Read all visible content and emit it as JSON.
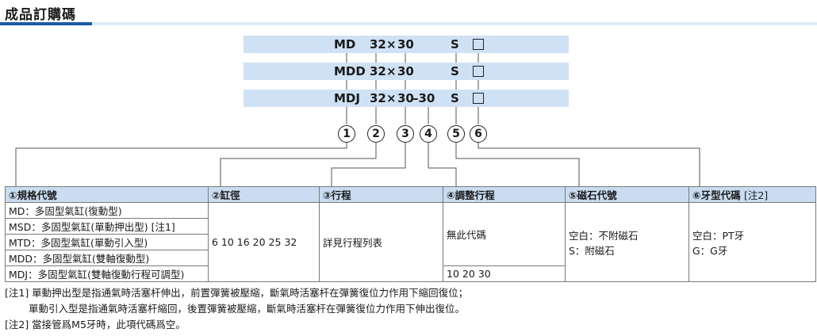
{
  "header": {
    "title": "成品訂購碼"
  },
  "codes": [
    {
      "model": "MD",
      "size": "32",
      "times": "×",
      "stroke": "30",
      "adjust": "",
      "magnet": "S",
      "thread": "□"
    },
    {
      "model": "MDD",
      "size": "32",
      "times": "×",
      "stroke": "30",
      "adjust": "",
      "magnet": "S",
      "thread": "□"
    },
    {
      "model": "MDJ",
      "size": "32",
      "times": "×",
      "stroke": "30",
      "adjust": "–30",
      "magnet": "S",
      "thread": "□"
    }
  ],
  "markers": [
    "1",
    "2",
    "3",
    "4",
    "5",
    "6"
  ],
  "table": {
    "headers": [
      "①規格代號",
      "②缸徑",
      "③行程",
      "④調整行程",
      "⑤磁石代號",
      "⑥牙型代碼"
    ],
    "header_note": "[注2]",
    "models": [
      "MD：多固型氣缸(復動型)",
      "MSD：多固型氣缸(單動押出型) [注1]",
      "MTD：多固型氣缸(單動引入型)",
      "MDD：多固型氣缸(雙軸復動型)",
      "MDJ：多固型氣缸(雙軸復動行程可調型)"
    ],
    "bores": "6  10  16  20  25  32",
    "stroke": "詳見行程列表",
    "adjust_none": "無此代碼",
    "adjust_values": "10 20 30",
    "magnet_lines": [
      "空白：不附磁石",
      "S：附磁石"
    ],
    "thread_lines": [
      "空白：PT牙",
      "G：G牙"
    ]
  },
  "notes": {
    "note1_line1": "[注1] 單動押出型是指通氣時活塞杆伸出，前置彈簧被壓縮，斷氣時活塞杆在彈簧復位力作用下縮回復位；",
    "note1_line2": "單動引入型是指通氣時活塞杆縮回，後置彈簧被壓縮，斷氣時活塞杆在彈簧復位力作用下伸出復位。",
    "note2": "[注2] 當接管爲M5牙時，此項代碼爲空。"
  },
  "colors": {
    "accent": "#1e5aa6",
    "band": "#cfe1f4",
    "header_bg": "#c9dcf1"
  }
}
